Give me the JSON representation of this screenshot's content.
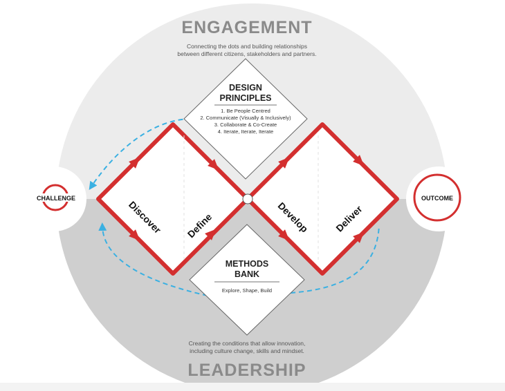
{
  "engagement": {
    "title": "ENGAGEMENT",
    "line1": "Connecting the dots and building relationships",
    "line2": "between different citizens, stakeholders and partners."
  },
  "leadership": {
    "title": "LEADERSHIP",
    "line1": "Creating the conditions that allow innovation,",
    "line2": "including culture change, skills and mindset."
  },
  "design_principles": {
    "title_line1": "DESIGN",
    "title_line2": "PRINCIPLES",
    "items": [
      "1. Be People Centred",
      "2. Communicate (Visually & Inclusively)",
      "3. Collaborate & Co-Create",
      "4. Iterate, Iterate, Iterate"
    ]
  },
  "methods_bank": {
    "title_line1": "METHODS",
    "title_line2": "BANK",
    "subtitle": "Explore, Shape, Build"
  },
  "endpoints": {
    "challenge": "CHALLENGE",
    "outcome": "OUTCOME"
  },
  "phases": {
    "discover": "Discover",
    "define": "Define",
    "develop": "Develop",
    "deliver": "Deliver"
  },
  "colors": {
    "accent_red": "#d32f2f",
    "arrow_blue": "#3ab0e2",
    "top_grey": "#ececec",
    "bottom_grey": "#cfcfcf",
    "heading_grey": "#8a8a8a"
  }
}
